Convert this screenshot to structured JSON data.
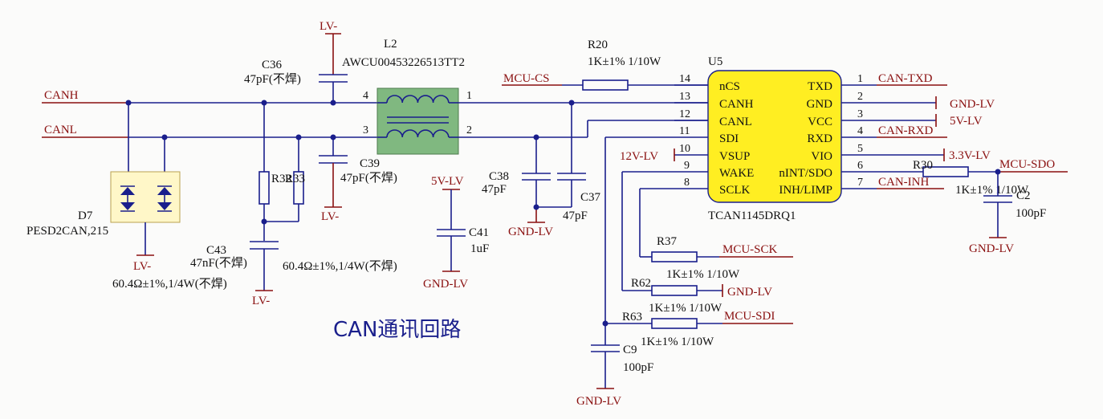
{
  "title": "CAN通讯回路",
  "nets": {
    "canh": "CANH",
    "canl": "CANL",
    "mcu_cs": "MCU-CS",
    "can_txd": "CAN-TXD",
    "can_rxd": "CAN-RXD",
    "can_inh": "CAN-INH",
    "mcu_sdo": "MCU-SDO",
    "mcu_sck": "MCU-SCK",
    "mcu_sdi": "MCU-SDI"
  },
  "power": {
    "lv_top": "LV-",
    "lv_c39": "LV-",
    "lv_d7": "LV-",
    "lv_c43": "LV-",
    "v5_c41": "5V-LV",
    "gnd_c41": "GND-LV",
    "gnd_c38": "GND-LV",
    "gnd_u5": "GND-LV",
    "v5_u5": "5V-LV",
    "v33_u5": "3.3V-LV",
    "v12": "12V-LV",
    "gnd_c2": "GND-LV",
    "gnd_r62": "GND-LV",
    "gnd_c9": "GND-LV"
  },
  "components": {
    "c36": {
      "ref": "C36",
      "value": "47pF(不焊)"
    },
    "l2": {
      "ref": "L2",
      "value": "AWCU00453226513TT2",
      "pin_tl": "4",
      "pin_tr": "1",
      "pin_bl": "3",
      "pin_br": "2"
    },
    "c39": {
      "ref": "C39",
      "value": "47pF(不焊)"
    },
    "r32": {
      "ref": "R32"
    },
    "r33": {
      "ref": "R33"
    },
    "r32_value": "60.4Ω±1%,1/4W(不焊)",
    "r33_value": "60.4Ω±1%,1/4W(不焊)",
    "c43": {
      "ref": "C43",
      "value": "47nF(不焊)"
    },
    "d7": {
      "ref": "D7",
      "value": "PESD2CAN,215"
    },
    "c41": {
      "ref": "C41",
      "value": "1uF"
    },
    "c38": {
      "ref": "C38",
      "value": "47pF"
    },
    "c37": {
      "ref": "C37",
      "value": "47pF"
    },
    "r20": {
      "ref": "R20",
      "value": "1K±1% 1/10W"
    },
    "r30": {
      "ref": "R30",
      "value": "1K±1% 1/10W"
    },
    "c2": {
      "ref": "C2",
      "value": "100pF"
    },
    "r37": {
      "ref": "R37",
      "value": "1K±1% 1/10W"
    },
    "r62": {
      "ref": "R62",
      "value": "1K±1% 1/10W"
    },
    "r63": {
      "ref": "R63",
      "value": "1K±1% 1/10W"
    },
    "c9": {
      "ref": "C9",
      "value": "100pF"
    }
  },
  "u5": {
    "ref": "U5",
    "part": "TCAN1145DRQ1",
    "left_pins": [
      {
        "num": "14",
        "name": "nCS"
      },
      {
        "num": "13",
        "name": "CANH"
      },
      {
        "num": "12",
        "name": "CANL"
      },
      {
        "num": "11",
        "name": "SDI"
      },
      {
        "num": "10",
        "name": "VSUP"
      },
      {
        "num": "9",
        "name": "WAKE"
      },
      {
        "num": "8",
        "name": "SCLK"
      }
    ],
    "right_pins": [
      {
        "num": "1",
        "name": "TXD"
      },
      {
        "num": "2",
        "name": "GND"
      },
      {
        "num": "3",
        "name": "VCC"
      },
      {
        "num": "4",
        "name": "RXD"
      },
      {
        "num": "5",
        "name": "VIO"
      },
      {
        "num": "6",
        "name": "nINT/SDO"
      },
      {
        "num": "7",
        "name": "INH/LIMP"
      }
    ]
  },
  "colors": {
    "wire": "#1a1f8c",
    "power": "#8a1010",
    "chip_fill": "#ffee22",
    "choke_fill": "#80b880",
    "diode_fill": "#fff7c8"
  }
}
